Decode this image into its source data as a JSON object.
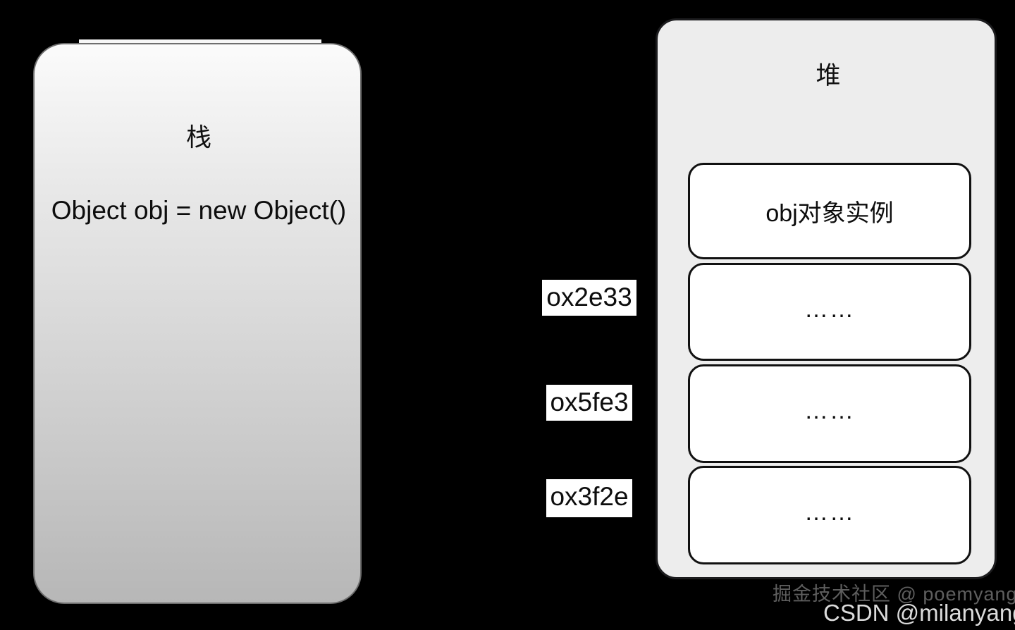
{
  "diagram": {
    "background_color": "#000000",
    "stack": {
      "title": "栈",
      "code": "Object obj = new Object()",
      "fill_top_color": "#fbfbfb",
      "fill_bottom_color": "#b7b7b7",
      "border_color": "#6e6e6e"
    },
    "addresses": [
      {
        "label": "ox2e33"
      },
      {
        "label": "ox5fe3"
      },
      {
        "label": "ox3f2e"
      }
    ],
    "heap": {
      "title": "堆",
      "fill_color": "#ededed",
      "border_color": "#1c1c1e",
      "cells": [
        {
          "label": "obj对象实例"
        },
        {
          "label": "……"
        },
        {
          "label": "……"
        },
        {
          "label": "……"
        }
      ]
    },
    "watermarks": {
      "juejin": "掘金技术社区 @ poemyang",
      "csdn": "CSDN @milanyangoo"
    }
  }
}
